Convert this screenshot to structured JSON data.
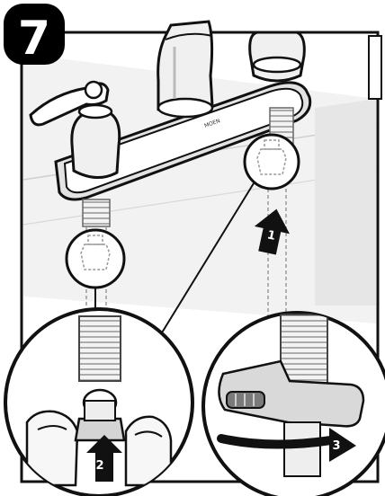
{
  "step": {
    "number": "7"
  },
  "callouts": [
    {
      "number": "1",
      "action": "push-up"
    },
    {
      "number": "2",
      "action": "push-up"
    },
    {
      "number": "3",
      "action": "rotate-clockwise"
    }
  ],
  "faucet": {
    "brand_mark": "MOEN"
  },
  "colors": {
    "line": "#111111",
    "background": "#ffffff",
    "light_gray": "#e9e9e9",
    "mid_gray": "#bdbdbd",
    "dark_gray": "#7a7a7a",
    "black": "#000000"
  },
  "icons": [
    "step-badge-icon",
    "arrow-up-icon",
    "rotate-arrow-icon",
    "adjustable-wrench-icon"
  ]
}
